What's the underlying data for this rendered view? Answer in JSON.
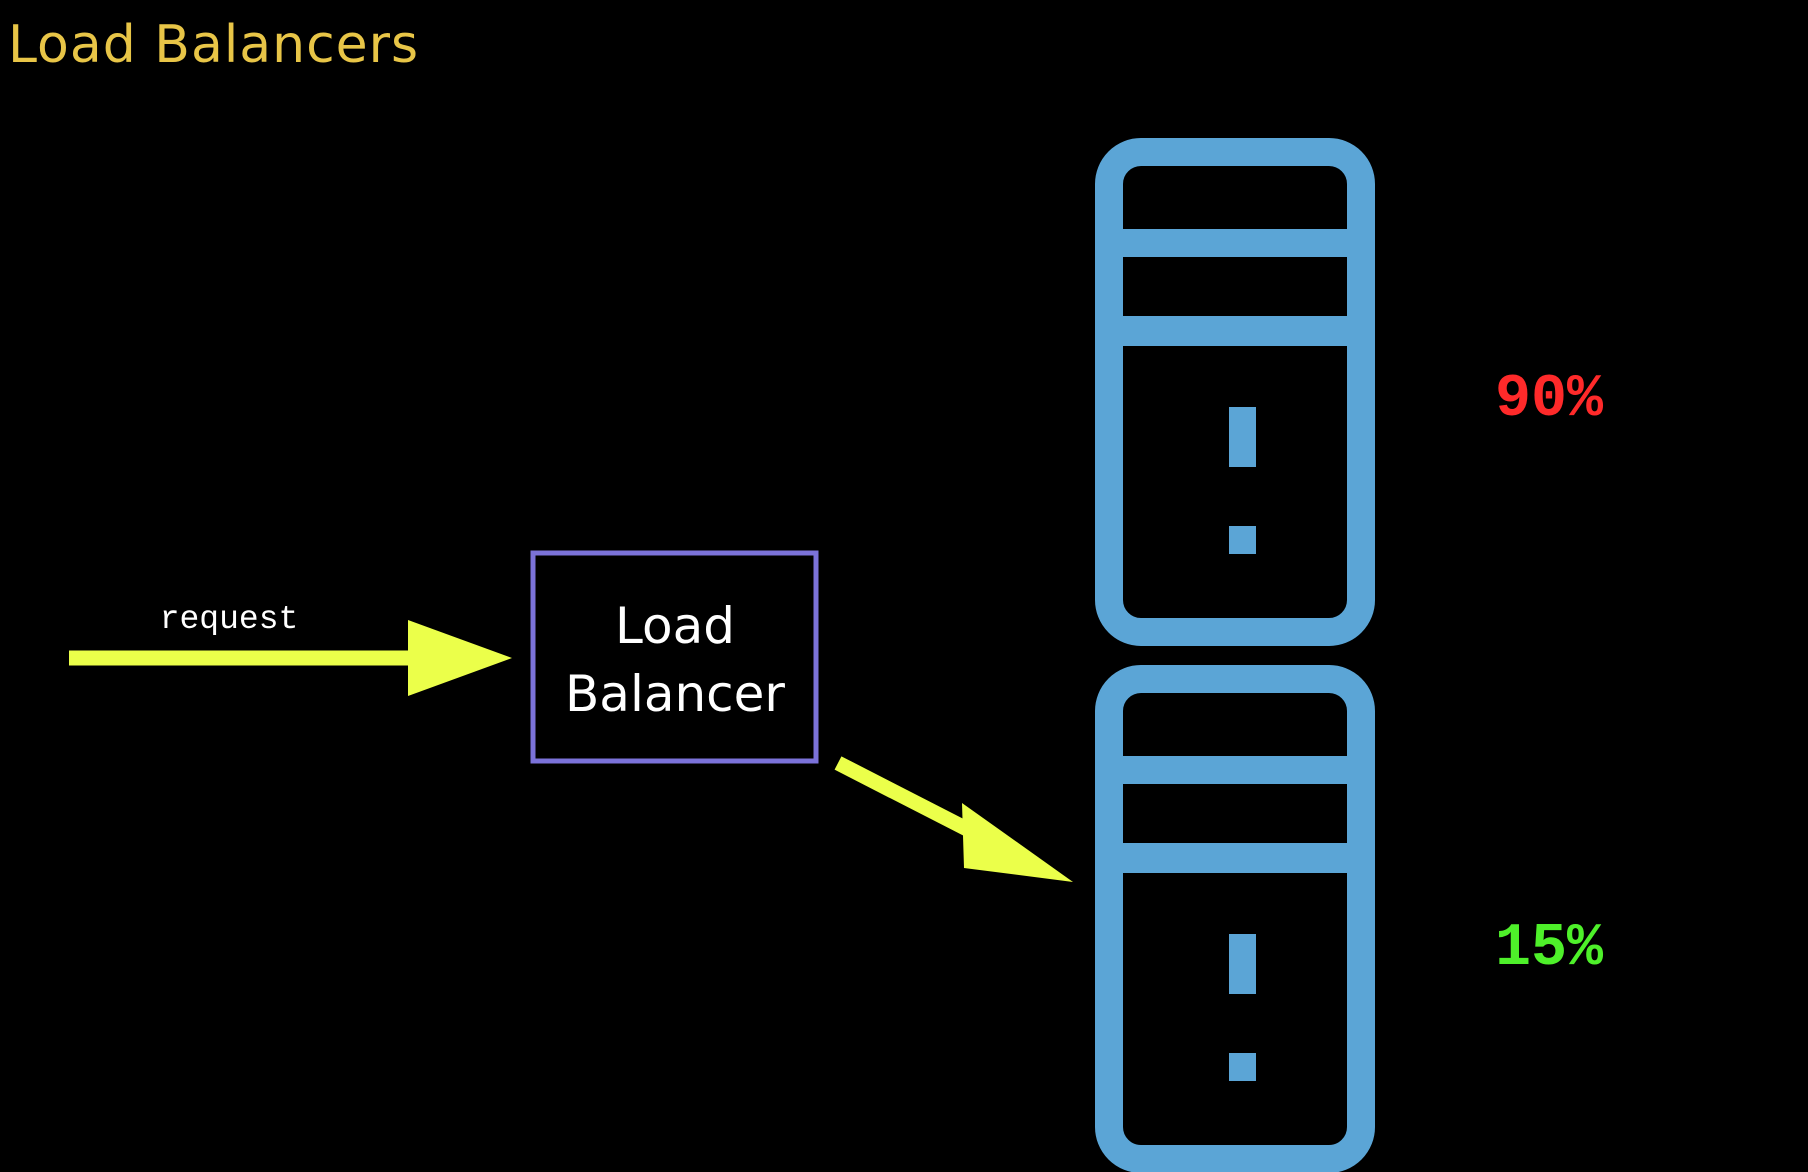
{
  "title": "Load Balancers",
  "request_label": "request",
  "load_balancer": {
    "line1": "Load",
    "line2": "Balancer",
    "border_color": "#7b72d9"
  },
  "servers": [
    {
      "icon": "server-icon",
      "load_label": "90%",
      "load_percent": 90,
      "status_color": "#ff2a2a"
    },
    {
      "icon": "server-icon",
      "load_label": "15%",
      "load_percent": 15,
      "status_color": "#4ef02a"
    }
  ],
  "colors": {
    "title": "#e8c547",
    "arrow": "#ebff4a",
    "server": "#5ba5d6",
    "background": "#000000"
  }
}
